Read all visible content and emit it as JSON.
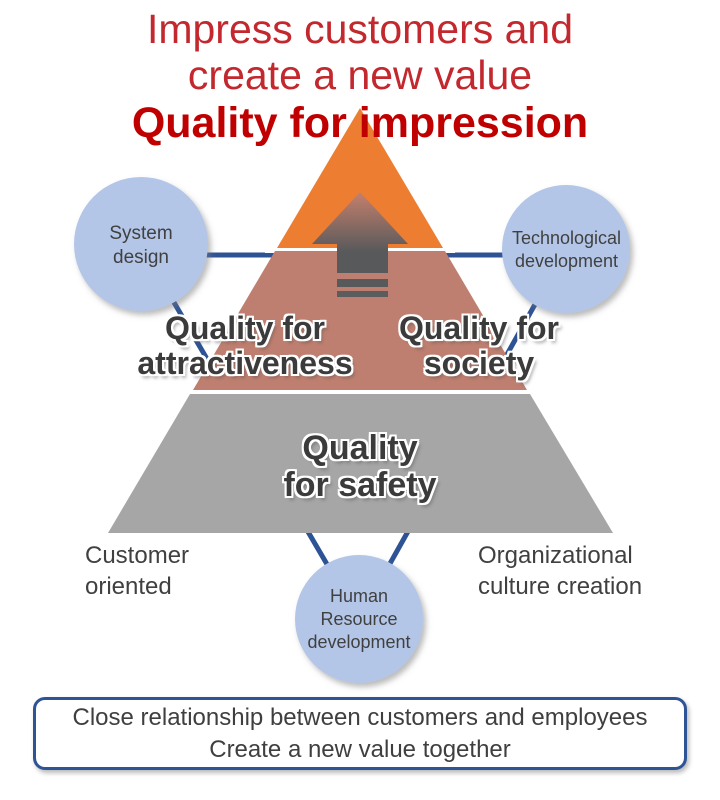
{
  "title": {
    "line1": "Impress customers and",
    "line2": "create a new value",
    "line3": "Quality for impression"
  },
  "levels": {
    "attractiveness": {
      "line1": "Quality for",
      "line2": "attractiveness"
    },
    "society": {
      "line1": "Quality for",
      "line2": "society"
    },
    "safety": {
      "line1": "Quality",
      "line2": "for safety"
    }
  },
  "circles": {
    "system_design": {
      "line1": "System",
      "line2": "design"
    },
    "technological_development": {
      "line1": "Technological",
      "line2": "development"
    },
    "human_resource": {
      "line1": "Human",
      "line2": "Resource",
      "line3": "development"
    }
  },
  "side_labels": {
    "customer_oriented": {
      "line1": "Customer",
      "line2": "oriented"
    },
    "organizational_culture": {
      "line1": "Organizational",
      "line2": "culture creation"
    }
  },
  "footer_box": {
    "line1": "Close relationship between customers and employees",
    "line2": "Create a new value together"
  },
  "colors": {
    "title_red": "#c2282e",
    "emphasis_red": "#c00000",
    "pyramid_top_orange": "#ed7d31",
    "pyramid_mid_terracotta": "#bf7f70",
    "pyramid_bottom_gray": "#a6a6a6",
    "circle_blue": "#b4c6e7",
    "connector_blue": "#2e5395",
    "arrow_dark": "#58595b",
    "arrow_tip_rose": "#c5806c",
    "text_dark": "#404040"
  }
}
